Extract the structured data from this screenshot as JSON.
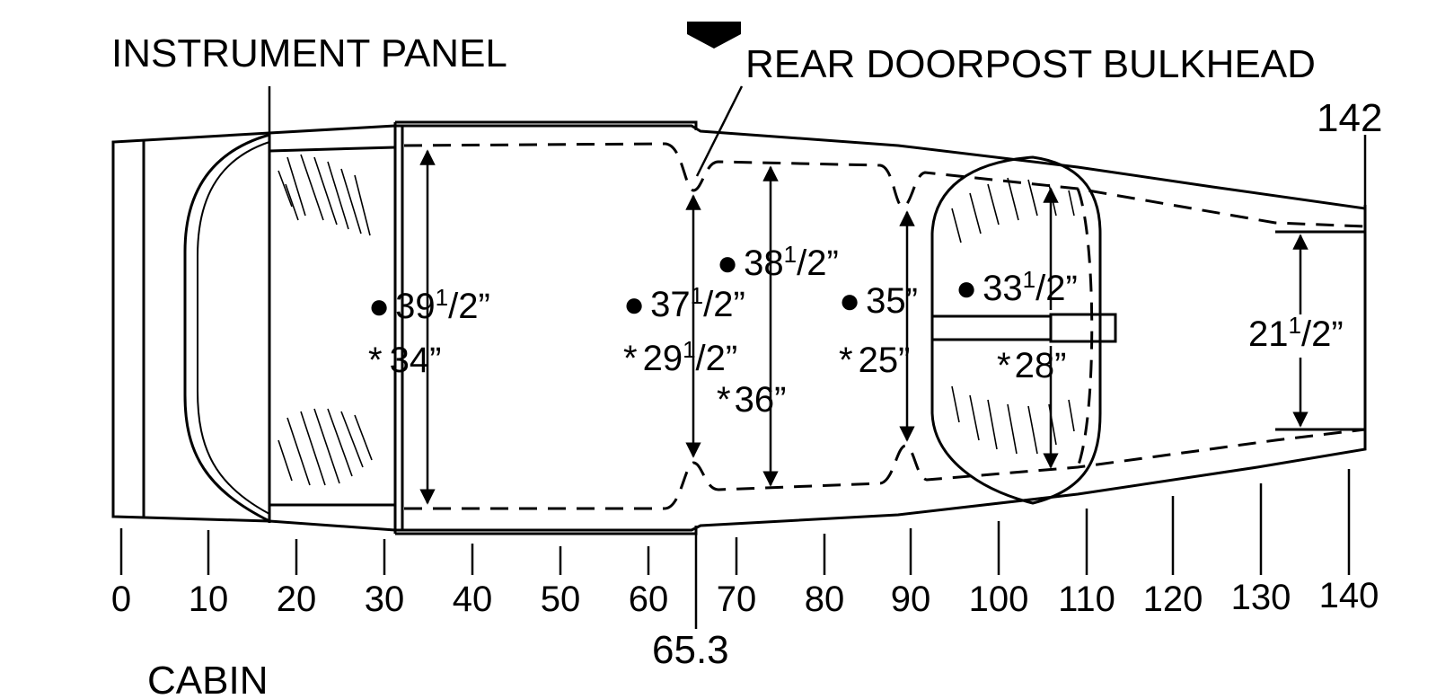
{
  "labels": {
    "instrument_panel": "INSTRUMENT PANEL",
    "rear_doorpost_bulkhead": "REAR DOORPOST BULKHEAD",
    "cabin": "CABIN",
    "station_142": "142",
    "station_65_3": "65.3"
  },
  "scale_ticks": [
    "0",
    "10",
    "20",
    "30",
    "40",
    "50",
    "60",
    "70",
    "80",
    "90",
    "100",
    "110",
    "120",
    "130",
    "140"
  ],
  "dimensions": {
    "d1_width": {
      "marker": "●",
      "whole": "39",
      "frac_num": "1",
      "frac_den": "/2",
      "unit": "”"
    },
    "d1_height": {
      "marker": "*",
      "text": "34”"
    },
    "d2_width": {
      "marker": "●",
      "whole": "37",
      "frac_num": "1",
      "frac_den": "/2",
      "unit": "”"
    },
    "d2_height": {
      "marker": "*",
      "whole": "29",
      "frac_num": "1",
      "frac_den": "/2",
      "unit": "”"
    },
    "d3_width": {
      "marker": "●",
      "whole": "38",
      "frac_num": "1",
      "frac_den": "/2",
      "unit": "”"
    },
    "d3_height": {
      "marker": "*",
      "text": "36”"
    },
    "d4_width": {
      "marker": "●",
      "text": "35”"
    },
    "d4_height": {
      "marker": "*",
      "text": "25”"
    },
    "d5_width": {
      "marker": "●",
      "whole": "33",
      "frac_num": "1",
      "frac_den": "/2",
      "unit": "”"
    },
    "d5_height": {
      "marker": "*",
      "text": "28”"
    },
    "d6_height": {
      "whole": "21",
      "frac_num": "1",
      "frac_den": "/2",
      "unit": "”"
    }
  }
}
